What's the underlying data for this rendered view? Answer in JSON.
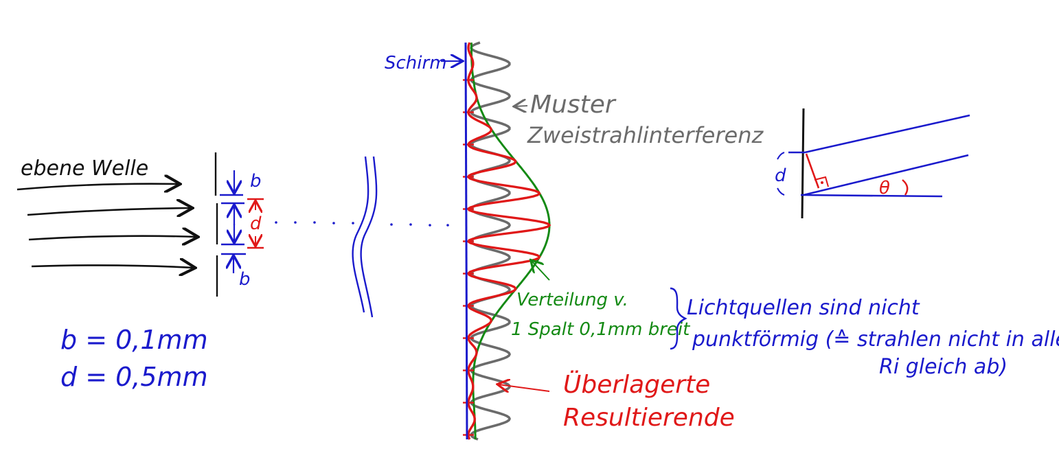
{
  "colors": {
    "ink_blue": "#1a1acc",
    "ink_red": "#e01818",
    "ink_green": "#148a14",
    "ink_gray": "#6b6b6b",
    "ink_black": "#111111"
  },
  "labels": {
    "incident_wave": "ebene Welle",
    "slit_width_mark": "b",
    "slit_distance_mark": "d",
    "slit_width_value": "b = 0,1mm",
    "slit_distance_value": "d = 0,5mm",
    "screen": "Schirm",
    "pattern_line1": "Muster",
    "pattern_line2": "Zweistrahlinterferenz",
    "single_slit_line1": "Verteilung v.",
    "single_slit_line2": "1 Spalt 0,1mm breit",
    "note_line1": "Lichtquellen sind nicht",
    "note_line2": "punktförmig (≙ strahlen nicht in alle",
    "note_line3": "Ri gleich ab)",
    "superposed_line1": "Überlagerte",
    "superposed_line2": "Resultierende",
    "geometry_d": "d",
    "geometry_theta": "θ"
  },
  "icons": {
    "arrow": "arrow-icon",
    "brace": "brace-icon",
    "right_angle": "right-angle-icon"
  }
}
